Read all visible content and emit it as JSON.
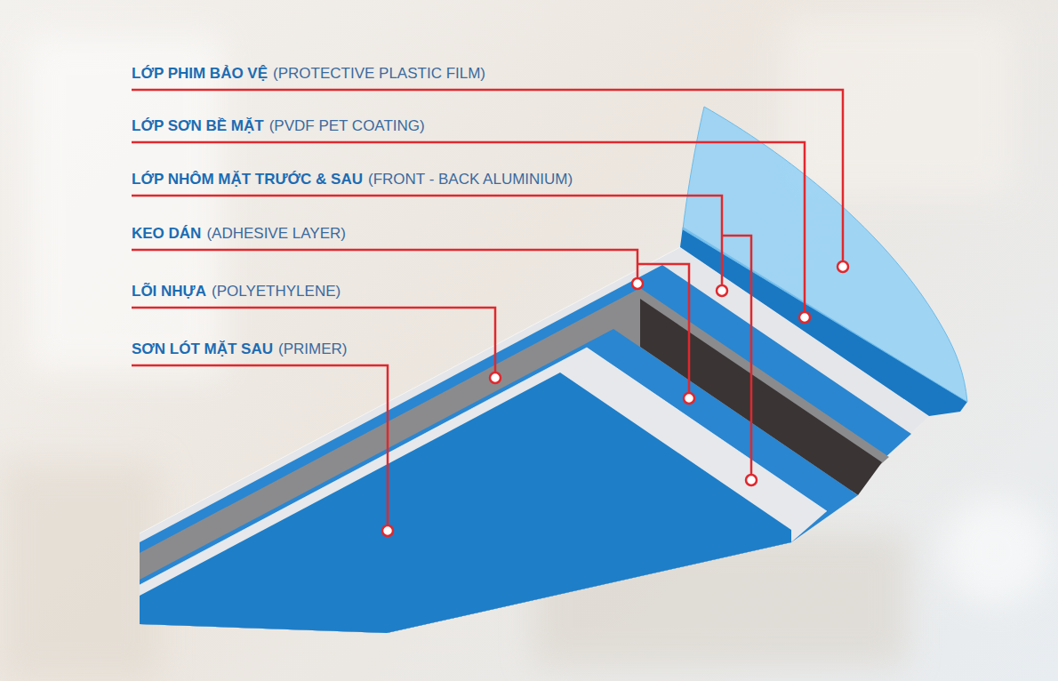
{
  "diagram": {
    "labels": [
      "LỚP PHIM BẢO VỆ",
      "(PROTECTIVE PLASTIC FILM)",
      "LỚP SƠN BỀ MẶT",
      "(PVDF PET COATING)",
      "LỚP NHÔM MẶT TRƯỚC & SAU",
      "(FRONT - BACK ALUMINIUM)",
      "KEO DÁN",
      "(ADHESIVE LAYER)",
      "LÕI NHỰA",
      "(POLYETHYLENE)",
      "SƠN LÓT MẶT SAU",
      "(PRIMER)"
    ]
  }
}
